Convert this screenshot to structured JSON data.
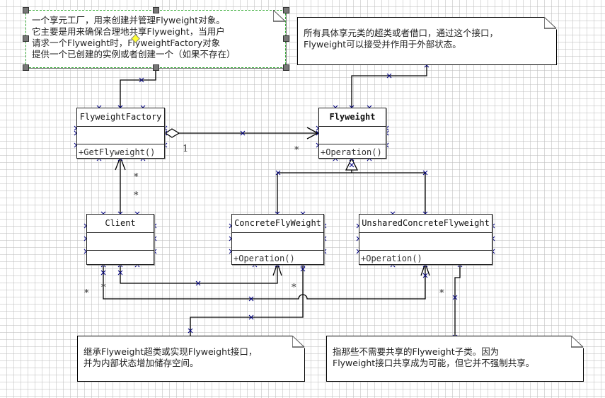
{
  "notes": {
    "factory_note": {
      "lines": [
        "一个享元工厂，用来创建并管理Flyweight对象。",
        "它主要是用来确保合理地共享Flyweight，当用户",
        "请求一个Flyweight时，FlyweightFactory对象",
        "提供一个已创建的实例或者创建一个（如果不存在）"
      ]
    },
    "flyweight_note": {
      "lines": [
        "所有具体享元类的超类或者借口，通过这个接口，",
        "Flyweight可以接受并作用于外部状态。"
      ]
    },
    "concrete_note": {
      "lines": [
        "继承Flyweight超类或实现Flyweight接口，",
        "并为内部状态增加储存空间。"
      ]
    },
    "unshared_note": {
      "lines": [
        "指那些不需要共享的Flyweight子类。因为",
        "Flyweight接口共享成为可能，但它并不强制共享。"
      ]
    }
  },
  "classes": {
    "flyweight_factory": {
      "name": "FlyweightFactory",
      "operation": "+GetFlyweight()"
    },
    "flyweight": {
      "name": "Flyweight",
      "operation": "+Operation()"
    },
    "client": {
      "name": "Client",
      "operation": ""
    },
    "concrete_flyweight": {
      "name": "ConcreteFlyWeight",
      "operation": "+Operation()"
    },
    "unshared_concrete_flyweight": {
      "name": "UnsharedConcreteFlyweight",
      "operation": "+Operation()"
    }
  },
  "multiplicities": {
    "factory_to_flyweight_source": "1",
    "factory_to_flyweight_target": "*",
    "client_to_factory_1": "*",
    "client_to_factory_2": "*",
    "client_to_concrete_left": "*",
    "client_to_concrete_right": "*",
    "client_to_unshared": "*"
  },
  "colors": {
    "selection_border": "#33aa33",
    "handle_fill": "#777777",
    "anchor_marker": "#000080",
    "line": "#000000"
  }
}
